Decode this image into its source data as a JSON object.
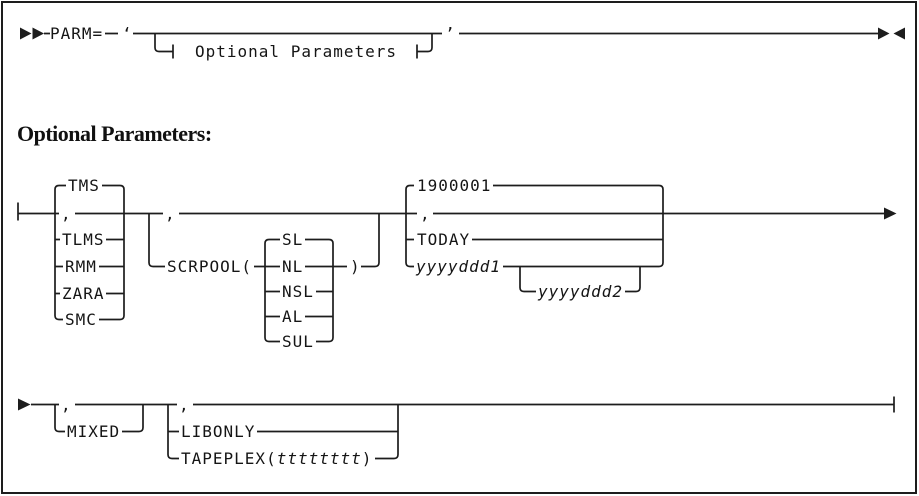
{
  "syntax_rule": {
    "keyword": "PARM=",
    "open_quote": "‘",
    "fragment_ref": "Optional Parameters",
    "close_quote": "’"
  },
  "section_heading": "Optional Parameters:",
  "fragment": {
    "tape_mgmt": {
      "default_above": "TMS",
      "on_line": ",",
      "options_below": [
        "TLMS",
        "RMM",
        "ZARA",
        "SMC"
      ]
    },
    "scratch_pool": {
      "on_line": ",",
      "keyword_open": "SCRPOOL(",
      "keyword_close": ")",
      "label_type": {
        "default_above": "SL",
        "on_line": "NL",
        "options_below": [
          "NSL",
          "AL",
          "SUL"
        ]
      }
    },
    "date_range": {
      "default_above": "1900001",
      "on_line": ",",
      "option_below": "TODAY",
      "start_var": "yyyyddd1",
      "end_var": "yyyyddd2"
    },
    "mixed_case": {
      "on_line": ",",
      "option_below": "MIXED"
    },
    "library": {
      "on_line": ",",
      "option1": "LIBONLY",
      "option2_open": "TAPEPLEX(",
      "option2_var": "tttttttt",
      "option2_close": ")"
    }
  }
}
